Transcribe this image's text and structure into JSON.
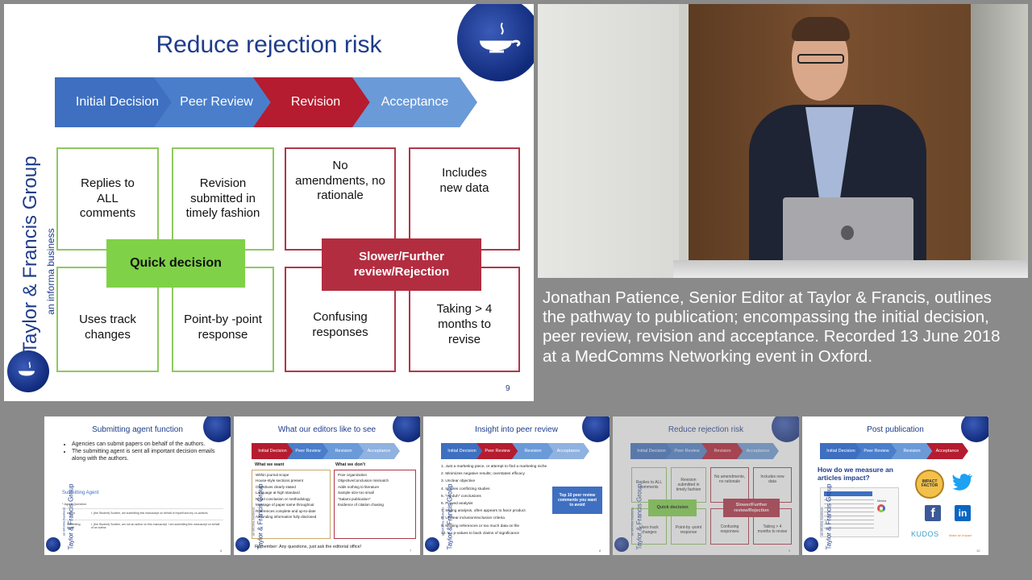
{
  "main_slide": {
    "title": "Reduce rejection risk",
    "brand": "Taylor & Francis Group",
    "brand_sub": "an informa business",
    "page_number": "9",
    "stages": [
      {
        "label": "Initial Decision",
        "color": "#3e6fc0"
      },
      {
        "label": "Peer Review",
        "color": "#4a7ecb"
      },
      {
        "label": "Revision",
        "color": "#b51c2f"
      },
      {
        "label": "Acceptance",
        "color": "#6b9ad8"
      }
    ],
    "green_boxes": [
      "Replies to ALL comments",
      "Revision submitted in timely fashion",
      "Uses track changes",
      "Point-by -point response"
    ],
    "red_boxes": [
      "No amendments, no rationale",
      "Includes new data",
      "Confusing responses",
      "Taking > 4 months to revise"
    ],
    "quick_label": "Quick decision",
    "slow_label": "Slower/Further review/Rejection",
    "colors": {
      "green_box": "#90c760",
      "green_pill": "#7fd247",
      "red_box": "#b0364a",
      "red_pill": "#b22d40",
      "title": "#1f3c8a"
    }
  },
  "caption": "Jonathan Patience, Senior Editor at Taylor & Francis, outlines the pathway to publication; encompassing the initial decision, peer review, revision and acceptance. Recorded 13 June 2018 at a MedComms Networking event in Oxford.",
  "thumbnails": {
    "t1": {
      "title": "Submitting agent function",
      "bullets": [
        "Agencies can submit papers on behalf of the authors.",
        "The submitting agent is sent all important decision emails along with the authors."
      ],
      "form_title": "Submitting Agent",
      "agent_question": "* Agent Question",
      "row1_label": "Author",
      "row1_text": "I, (the Student) Scotten, am submitting this manuscript on behalf of myself and my co-authors.",
      "row2_label": "Submitting Agent",
      "row2_text": "I, (the Student) Scotten, am not an author on this manuscript. I am submitting this manuscript on behalf of an author.",
      "page": "6"
    },
    "t2": {
      "title": "What our editors like to see",
      "stages": [
        "Initial Decision",
        "Peer Review",
        "Revision",
        "Acceptance"
      ],
      "want_title": "What we want",
      "dont_title": "What we don't",
      "want": [
        "Within journal scope",
        "House-style sections present",
        "Objectives clearly stated",
        "Language at high standard",
        "Novel conclusion or methodology",
        "Message of paper same throughout",
        "References complete and up-to-date",
        "All funding information fully disclosed"
      ],
      "dont": [
        "Poor organization",
        "Objective/conclusion mismatch",
        "Adds nothing to literature",
        "Sample size too small",
        "\"Salami publication\"",
        "Evidence of citation chasing"
      ],
      "remember": "Remember: Any questions, just ask the editorial office!",
      "page": "7"
    },
    "t3": {
      "title": "Insight into peer review",
      "stages": [
        "Initial Decision",
        "Peer Review",
        "Revision",
        "Acceptance"
      ],
      "items": [
        "1.  Just a marketing piece, or attempt to find a marketing niche",
        "2.  Minimizes negative results; overstates efficacy",
        "3.  Unclear objective",
        "4.  Ignores conflicting studies",
        "5.  \"no duh\" conclusions",
        "6.  Flawed analysis",
        "7.  Wrong analysis, often appears to favor product",
        "8.  Unclear inclusion/exclusion criteria",
        "9.  Missing references or too much data on file",
        "10. No p-values to back claims of significance"
      ],
      "callout": "Top 10 peer review comments you want to avoid",
      "page": "8"
    },
    "t4": {
      "title": "Reduce rejection risk",
      "stages": [
        "Initial Decision",
        "Peer Review",
        "Revision",
        "Acceptance"
      ],
      "green_boxes": [
        "Replies to ALL comments",
        "Revision submitted in timely fashion",
        "Uses track changes",
        "Point-by -point response"
      ],
      "red_boxes": [
        "No amendments, no rationale",
        "Includes new data",
        "Confusing responses",
        "Taking > 4 months to revise"
      ],
      "quick_label": "Quick decision",
      "slow_label": "Slower/Further review/Rejection",
      "page": "9"
    },
    "t5": {
      "title": "Post publication",
      "stages": [
        "Initial Decision",
        "Peer Review",
        "Revision",
        "Acceptance"
      ],
      "question": "How do we measure an articles impact?",
      "impact": "IMPACT FACTOR",
      "kudos": "KUDOS",
      "kudos_sub": "Make an impact",
      "metrics_label": "Metrics",
      "page": "10"
    }
  },
  "thumb_brand": "Taylor & Francis Group",
  "thumb_brand_sub": "an informa business"
}
